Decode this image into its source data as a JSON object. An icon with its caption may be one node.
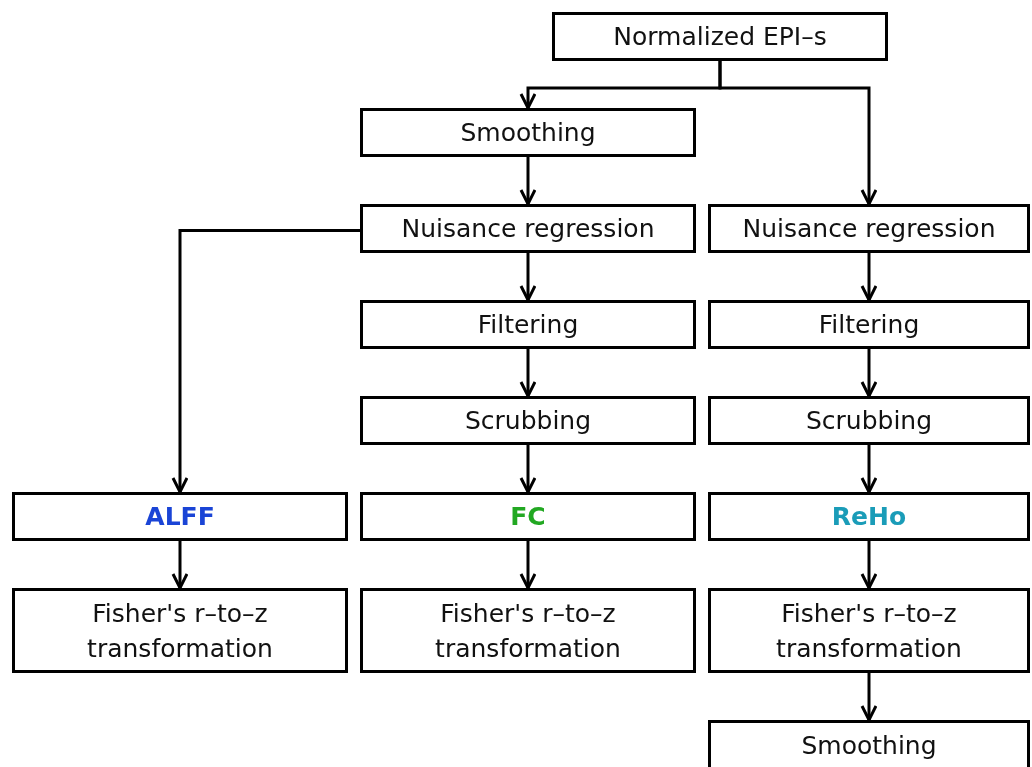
{
  "diagram": {
    "nodes": [
      {
        "text": [
          "Normalized EPI–s"
        ]
      },
      {
        "text": [
          "Smoothing"
        ]
      },
      {
        "text": [
          "Nuisance regression"
        ]
      },
      {
        "text": [
          "Nuisance regression"
        ]
      },
      {
        "text": [
          "Filtering"
        ]
      },
      {
        "text": [
          "Filtering"
        ]
      },
      {
        "text": [
          "Scrubbing"
        ]
      },
      {
        "text": [
          "Scrubbing"
        ]
      },
      {
        "text": [
          "ALFF"
        ]
      },
      {
        "text": [
          "FC"
        ]
      },
      {
        "text": [
          "ReHo"
        ]
      },
      {
        "text": [
          "Fisher's r–to–z transformation"
        ]
      },
      {
        "text": [
          "Fisher's r–to–z transformation"
        ]
      },
      {
        "text": [
          "Fisher's r–to–z transformation"
        ]
      },
      {
        "text": [
          "Smoothing"
        ]
      }
    ],
    "edges": [
      {
        "from": 0,
        "to": 1,
        "arrow": "to"
      },
      {
        "from": 0,
        "to": 3,
        "arrow": "to"
      },
      {
        "from": 1,
        "to": 2,
        "arrow": "to"
      },
      {
        "from": 2,
        "to": 8,
        "arrow": "to"
      },
      {
        "from": 2,
        "to": 4,
        "arrow": "to"
      },
      {
        "from": 3,
        "to": 5,
        "arrow": "to"
      },
      {
        "from": 4,
        "to": 6,
        "arrow": "to"
      },
      {
        "from": 5,
        "to": 7,
        "arrow": "to"
      },
      {
        "from": 6,
        "to": 9,
        "arrow": "to"
      },
      {
        "from": 7,
        "to": 10,
        "arrow": "to"
      },
      {
        "from": 8,
        "to": 11,
        "arrow": "to"
      },
      {
        "from": 9,
        "to": 12,
        "arrow": "to"
      },
      {
        "from": 10,
        "to": 13,
        "arrow": "to"
      },
      {
        "from": 13,
        "to": 14,
        "arrow": "to"
      }
    ]
  }
}
